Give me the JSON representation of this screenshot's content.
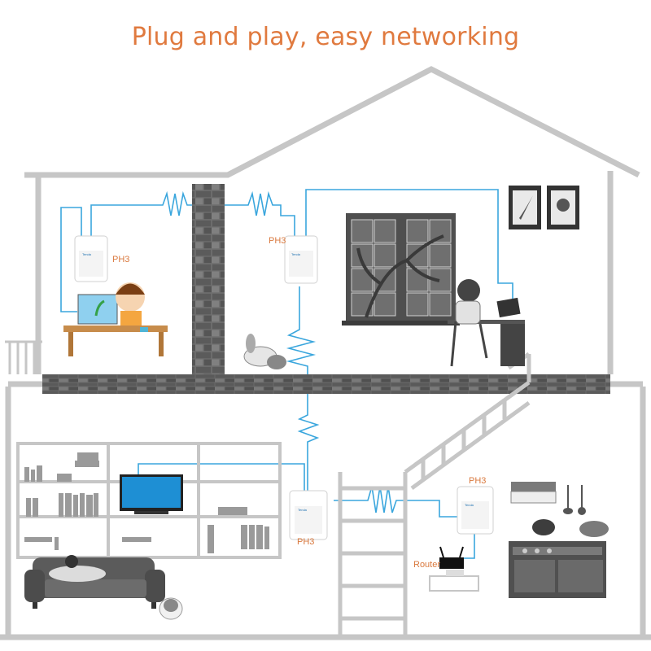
{
  "title": "Plug and play, easy networking",
  "device_label": "PH3",
  "router_label": "Router",
  "brand_text": "Tenda",
  "colors": {
    "title": "#e07a3f",
    "wire": "#3aa6dd",
    "wall": "#c8c8c8",
    "brick": "#5d5d5d",
    "label": "#d9783d"
  },
  "icons": [
    "powerline-adapter-icon",
    "router-icon",
    "laptop-icon",
    "tv-icon",
    "dog-icon",
    "sofa-icon",
    "window-icon",
    "picture-frame-icon",
    "staircase-icon",
    "bookshelf-icon",
    "kitchen-icon"
  ]
}
